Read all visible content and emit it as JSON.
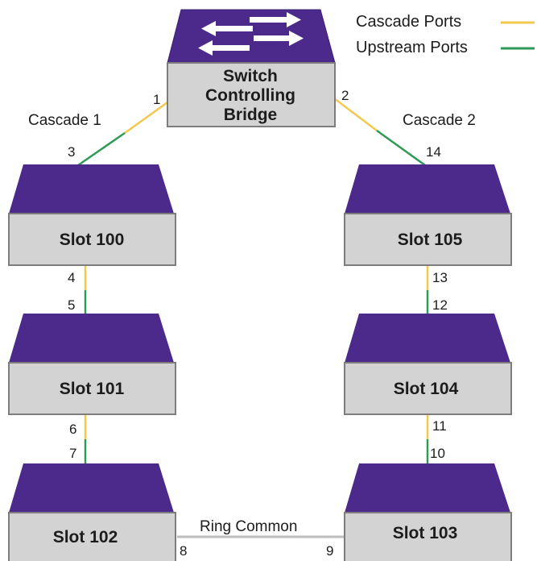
{
  "legend": {
    "cascade_label": "Cascade Ports",
    "upstream_label": "Upstream Ports"
  },
  "colors": {
    "cascade": "#f2c94c",
    "upstream": "#2e9a57",
    "ring_common": "#bdbdbd",
    "device_top": "#4b2a8c",
    "device_body": "#d3d3d3",
    "device_outline": "#7d7d7d",
    "arrow": "#ffffff"
  },
  "bridge": {
    "line1": "Switch",
    "line2": "Controlling",
    "line3": "Bridge",
    "arrow_icon": "bidirectional-arrows-icon"
  },
  "slots": {
    "s100": "Slot 100",
    "s101": "Slot 101",
    "s102": "Slot 102",
    "s103": "Slot 103",
    "s104": "Slot 104",
    "s105": "Slot 105"
  },
  "links": {
    "cascade1": "Cascade 1",
    "cascade2": "Cascade 2",
    "ring_common": "Ring Common"
  },
  "ports": {
    "p1": "1",
    "p2": "2",
    "p3": "3",
    "p4": "4",
    "p5": "5",
    "p6": "6",
    "p7": "7",
    "p8": "8",
    "p9": "9",
    "p10": "10",
    "p11": "11",
    "p12": "12",
    "p13": "13",
    "p14": "14"
  }
}
